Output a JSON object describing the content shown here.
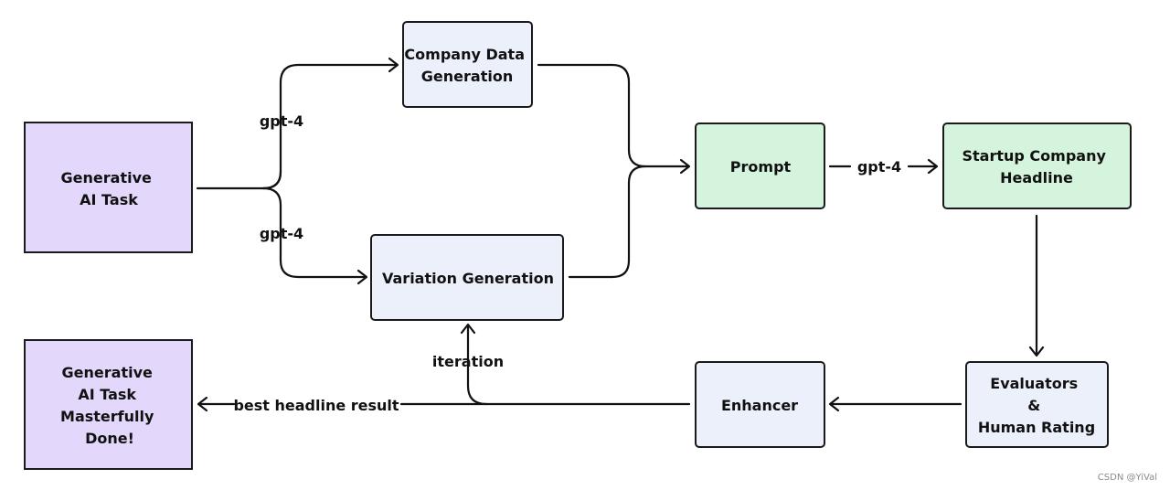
{
  "colors": {
    "purple_fill": "#e3d7fb",
    "blue_fill": "#ecf0fb",
    "green_fill": "#d5f4dd",
    "stroke": "#1a1a1a"
  },
  "nodes": {
    "generative_task": [
      "Generative",
      "AI Task"
    ],
    "company_data": [
      "Company Data",
      "Generation"
    ],
    "variation": [
      "Variation Generation"
    ],
    "prompt": [
      "Prompt"
    ],
    "headline": [
      "Startup Company",
      "Headline"
    ],
    "evaluators": [
      "Evaluators",
      "&",
      "Human Rating"
    ],
    "enhancer": [
      "Enhancer"
    ],
    "done": [
      "Generative",
      "AI Task",
      "Masterfully",
      "Done!"
    ]
  },
  "edge_labels": {
    "gpt4_upper": "gpt-4",
    "gpt4_lower": "gpt-4",
    "gpt4_prompt": "gpt-4",
    "iteration": "iteration",
    "best_result": "best headline result"
  },
  "watermark": "CSDN @YiVal"
}
